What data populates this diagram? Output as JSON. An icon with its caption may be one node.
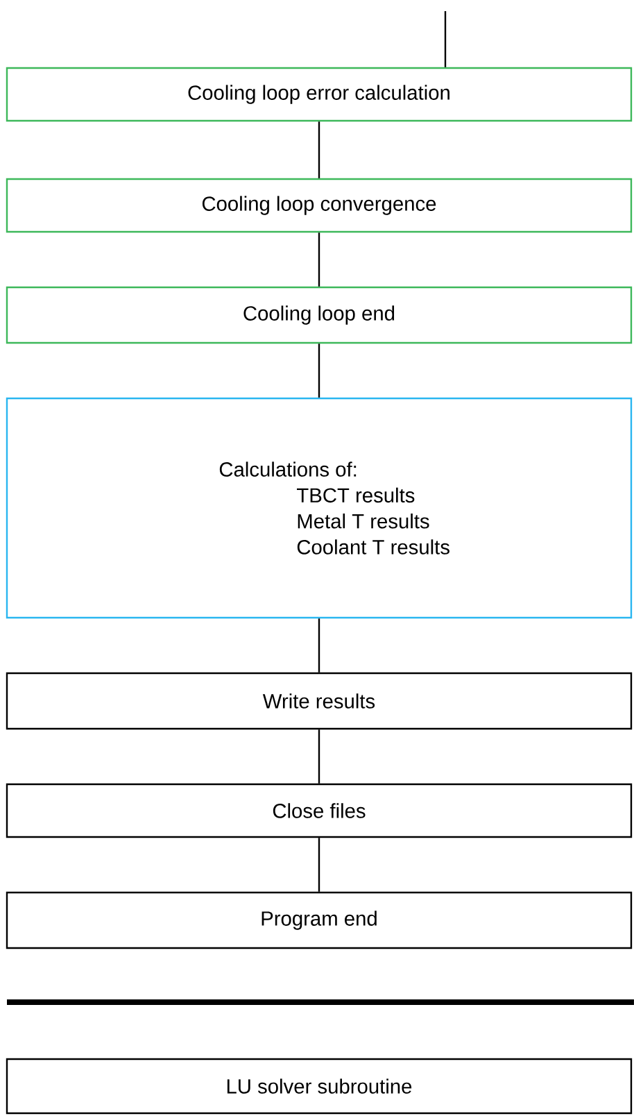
{
  "diagram": {
    "nodes": [
      {
        "text": [
          "Cooling loop error calculation"
        ]
      },
      {
        "text": [
          "Cooling loop convergence"
        ]
      },
      {
        "text": [
          "Cooling loop end"
        ]
      },
      {
        "text": [
          "Calculations of:",
          "TBCT results",
          "Metal T results",
          "Coolant T results"
        ]
      },
      {
        "text": [
          "Write results"
        ]
      },
      {
        "text": [
          "Close files"
        ]
      },
      {
        "text": [
          "Program end"
        ]
      },
      {
        "text": [
          "LU solver subroutine"
        ]
      }
    ],
    "edges": [
      {
        "from": null,
        "to": 0,
        "arrow": "none"
      },
      {
        "from": 0,
        "to": 1,
        "arrow": "none"
      },
      {
        "from": 1,
        "to": 2,
        "arrow": "none"
      },
      {
        "from": 2,
        "to": 3,
        "arrow": "none"
      },
      {
        "from": 3,
        "to": 4,
        "arrow": "none"
      },
      {
        "from": 4,
        "to": 5,
        "arrow": "none"
      },
      {
        "from": 5,
        "to": 6,
        "arrow": "none"
      }
    ]
  }
}
